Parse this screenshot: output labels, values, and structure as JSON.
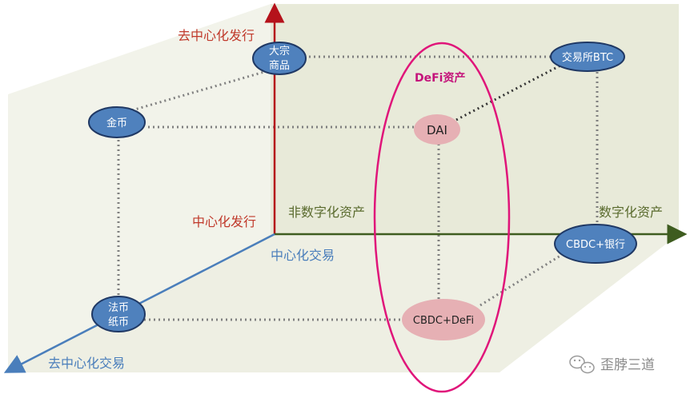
{
  "colors": {
    "vertical_axis": "#b5121b",
    "horizontal_axis": "#3e5c1f",
    "diagonal_axis": "#4a7ebb",
    "node_blue_fill": "#4f81bd",
    "node_blue_stroke": "#1f3864",
    "node_pink_fill": "#e6b0b4",
    "defi_ellipse": "#e0157a",
    "dotted_line": "#808080",
    "back_plane": "#eceedf",
    "side_plane": "#f1f2e8"
  },
  "axes": {
    "top_label": "去中心化发行",
    "mid_label": "中心化发行",
    "right_inner_label": "非数字化资产",
    "right_outer_label": "数字化资产",
    "diag_inner_label": "中心化交易",
    "diag_outer_label": "去中心化交易"
  },
  "defi": {
    "title": "DeFi资产"
  },
  "nodes": {
    "bulk_line1": "大宗",
    "bulk_line2": "商品",
    "exchange": "交易所BTC",
    "gold": "金币",
    "dai": "DAI",
    "cbdc_bank": "CBDC+银行",
    "fiat_line1": "法币",
    "fiat_line2": "纸币",
    "cbdc_defi": "CBDC+DeFi"
  },
  "watermark": {
    "text": "歪脖三道",
    "icon": "wechat-icon"
  }
}
